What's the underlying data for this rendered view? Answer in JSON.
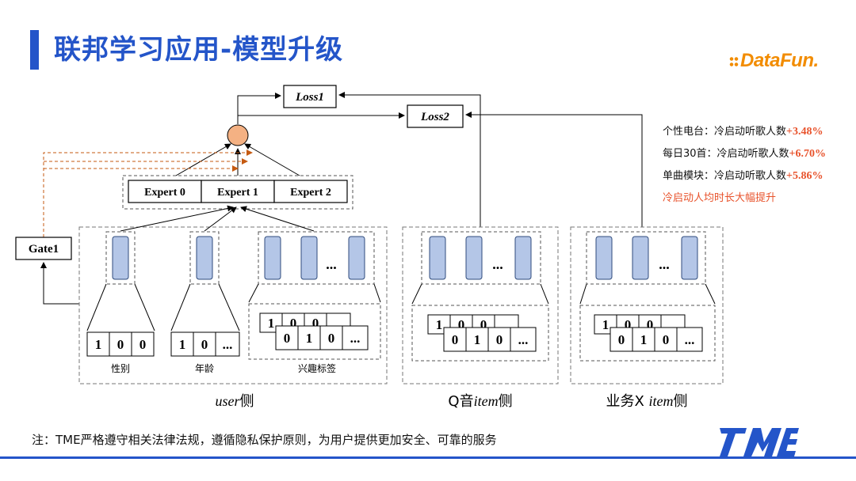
{
  "title": "联邦学习应用-模型升级",
  "logo": "DataFun.",
  "diagram": {
    "loss1": "Loss1",
    "loss2": "Loss2",
    "experts": [
      "Expert 0",
      "Expert 1",
      "Expert 2"
    ],
    "gate": "Gate1",
    "ellipsis": "...",
    "feature_labels": {
      "gender": "性别",
      "age": "年龄",
      "interest": "兴趣标签"
    },
    "vectors": {
      "gender": [
        "1",
        "0",
        "0"
      ],
      "age": [
        "1",
        "0",
        "..."
      ],
      "multi_back": [
        "1",
        "0",
        "0"
      ],
      "multi_front": [
        "0",
        "1",
        "0",
        "..."
      ]
    },
    "group_labels": {
      "user_italic": "user",
      "user_suffix": "侧",
      "q_prefix": "Q音",
      "q_italic": "item",
      "q_suffix": "侧",
      "x_prefix": "业务X ",
      "x_italic": "item",
      "x_suffix": "侧"
    }
  },
  "results": [
    {
      "label": "个性电台：冷启动听歌人数",
      "value": "+3.48%"
    },
    {
      "label": "每日30首：冷启动听歌人数",
      "value": "+6.70%"
    },
    {
      "label": "单曲模块：冷启动听歌人数",
      "value": "+5.86%"
    }
  ],
  "results_note": "冷启动人均时长大幅提升",
  "footnote": "注：TME严格遵守相关法律法规，遵循隐私保护原则，为用户提供更加安全、可靠的服务",
  "colors": {
    "brand_blue": "#2455c9",
    "logo_orange": "#f28c00",
    "highlight_red": "#e8532c",
    "embed_fill": "#b4c6e7",
    "node_fill": "#f4b183",
    "gate_arrow": "#c55a11"
  }
}
